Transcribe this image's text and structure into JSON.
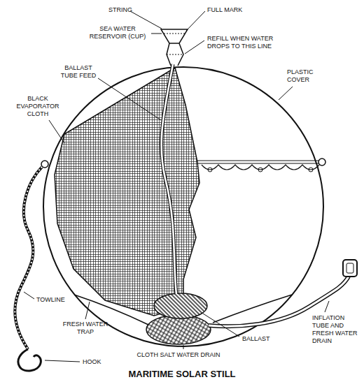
{
  "diagram": {
    "title": "MARITIME SOLAR STILL",
    "labels": [
      "STRING",
      "FULL MARK",
      "SEA WATER RESERVOIR (CUP)",
      "REFILL WHEN WATER DROPS TO THIS LINE",
      "PLASTIC COVER",
      "BALLAST TUBE FEED",
      "BLACK EVAPORATOR CLOTH",
      "TOWLINE",
      "FRESH WATER TRAP",
      "CLOTH SALT WATER DRAIN",
      "BALLAST",
      "INFLATION TUBE AND FRESH WATER DRAIN",
      "HOOK"
    ]
  }
}
